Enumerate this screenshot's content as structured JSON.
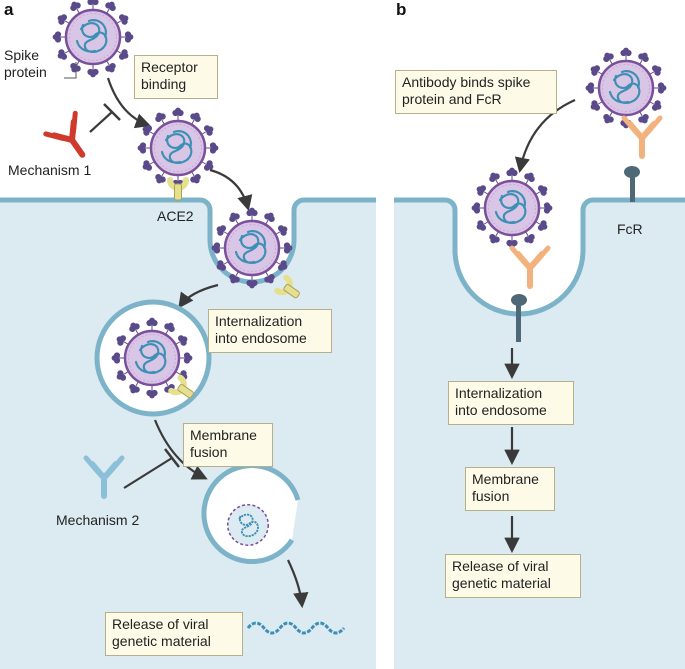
{
  "panels": {
    "a": {
      "letter": "a",
      "spike_label": [
        "Spike",
        "protein"
      ],
      "receptor_box": [
        "Receptor",
        "binding"
      ],
      "mechanism1": "Mechanism 1",
      "ace2": "ACE2",
      "internalization_box": [
        "Internalization",
        "into endosome"
      ],
      "membrane_box": [
        "Membrane",
        "fusion"
      ],
      "mechanism2": "Mechanism 2",
      "release_box": [
        "Release of viral",
        "genetic material"
      ]
    },
    "b": {
      "letter": "b",
      "antibody_box": [
        "Antibody binds spike",
        "protein and FcR"
      ],
      "fcr": "FcR",
      "internalization_box": [
        "Internalization",
        "into endosome"
      ],
      "membrane_box": [
        "Membrane",
        "fusion"
      ],
      "release_box": [
        "Release of viral",
        "genetic material"
      ]
    }
  },
  "colors": {
    "cell_fill": "#dcebf1",
    "membrane": "#7db3c8",
    "virus_fill": "#d9c6e6",
    "virus_outline": "#7b4f9a",
    "spike": "#5a4a8a",
    "rna": "#3d90b4",
    "ace2": "#e6df8e",
    "antibody_red": "#cf3a2c",
    "antibody_blue": "#8cc0d8",
    "antibody_orange": "#f2b27e",
    "fcr": "#4f6878"
  }
}
